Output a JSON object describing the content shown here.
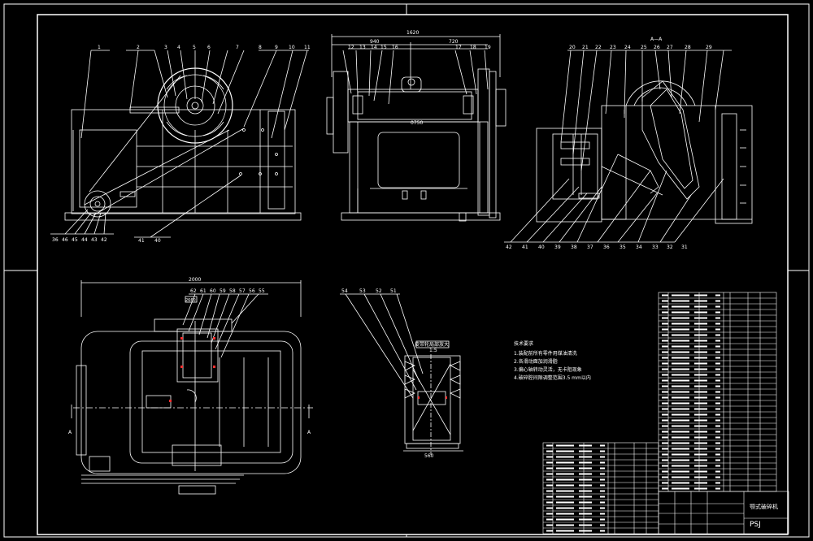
{
  "drawing": {
    "section_label": "A—A",
    "view_marker": "A",
    "dim_top_total": "1620",
    "dim_top_left": "940",
    "dim_top_right": "720",
    "dim_plan_width": "2000",
    "dim_belt_label": "2660",
    "dim_inner": "0750",
    "sheave_title": "皮带轮局部放大",
    "sheave_sub": "1:5",
    "sheave_dim": "560",
    "part_no_label": "PSJ",
    "notes_title": "技术要求",
    "notes": [
      "1.装配前所有零件用煤油清洗",
      "2.各滑动面加润滑脂",
      "3.偏心轴转动灵活，无卡阻现象",
      "4.破碎腔间隙调整范围3.5 mm以内"
    ],
    "title_block": {
      "name": "颚式破碎机",
      "code": "PSJ"
    }
  },
  "balloons_top_left": [
    "1",
    "2",
    "3",
    "4",
    "5",
    "6",
    "7",
    "8",
    "9",
    "10",
    "11"
  ],
  "balloons_bottom_left": [
    "36",
    "46",
    "45",
    "44",
    "43",
    "42",
    "41",
    "40"
  ],
  "balloons_top_mid": [
    "12",
    "13",
    "14",
    "15",
    "16",
    "17",
    "18",
    "19"
  ],
  "balloons_top_right": [
    "20",
    "21",
    "22",
    "23",
    "24",
    "25",
    "26",
    "27",
    "28",
    "29"
  ],
  "balloons_bottom_right": [
    "42",
    "41",
    "40",
    "39",
    "38",
    "37",
    "36",
    "35",
    "34",
    "33",
    "32",
    "31"
  ],
  "balloons_plan": [
    "62",
    "61",
    "60",
    "59",
    "58",
    "57",
    "56",
    "55"
  ],
  "balloons_sheave": [
    "54",
    "53",
    "52",
    "51"
  ],
  "colors": {
    "line": "#ffffff",
    "accent": "#ff3030",
    "background": "#000000"
  }
}
